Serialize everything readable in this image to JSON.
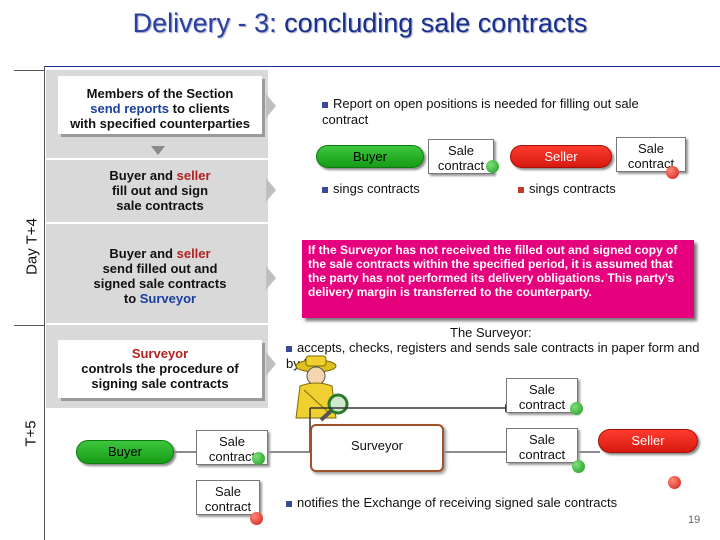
{
  "title": {
    "lead": "Delivery - 3:",
    "rest": " concluding sale contracts"
  },
  "side_labels": {
    "day": "Day T+4",
    "t5": "T+5"
  },
  "steps": {
    "s1": {
      "a": "Members of the Section",
      "b": "send reports",
      "c": " to clients",
      "d": "with specified counterparties"
    },
    "s2": {
      "a": "Buyer",
      "b": " and ",
      "c": "seller",
      "d": "fill out and sign",
      "e": "sale contracts"
    },
    "s3": {
      "a": "Buyer",
      "b": " and ",
      "c": "seller",
      "d": "send filled out and",
      "e": "signed sale contracts",
      "f": "to ",
      "g": "Surveyor"
    },
    "s4": {
      "a": "Surveyor",
      "b": "controls the procedure of",
      "c": "signing sale contracts"
    }
  },
  "notes": {
    "report": "Report on open positions is needed for filling out sale contract",
    "buyer_signs": "sings contracts",
    "seller_signs": "sings contracts",
    "surveyor_title": "The Surveyor:",
    "surveyor_accepts": "accepts, checks, registers and sends sale contracts in paper form and by fax",
    "notifies": "notifies the Exchange of receiving signed sale contracts"
  },
  "alert": "If the Surveyor has not received the filled out and signed copy of the sale contracts within the specified period, it is assumed that the party has not performed its delivery obligations. This party’s delivery margin is transferred to the counterparty.",
  "labels": {
    "buyer": "Buyer",
    "seller": "Seller",
    "surveyor": "Surveyor",
    "sale_contract": "Sale contract"
  },
  "page_number": "19",
  "colors": {
    "title": "#1a2f8a",
    "alert": "#e5007d",
    "pill_green": "#169c16",
    "pill_red": "#d61a10"
  },
  "icons": [
    "detective-icon",
    "magnifier-icon"
  ]
}
